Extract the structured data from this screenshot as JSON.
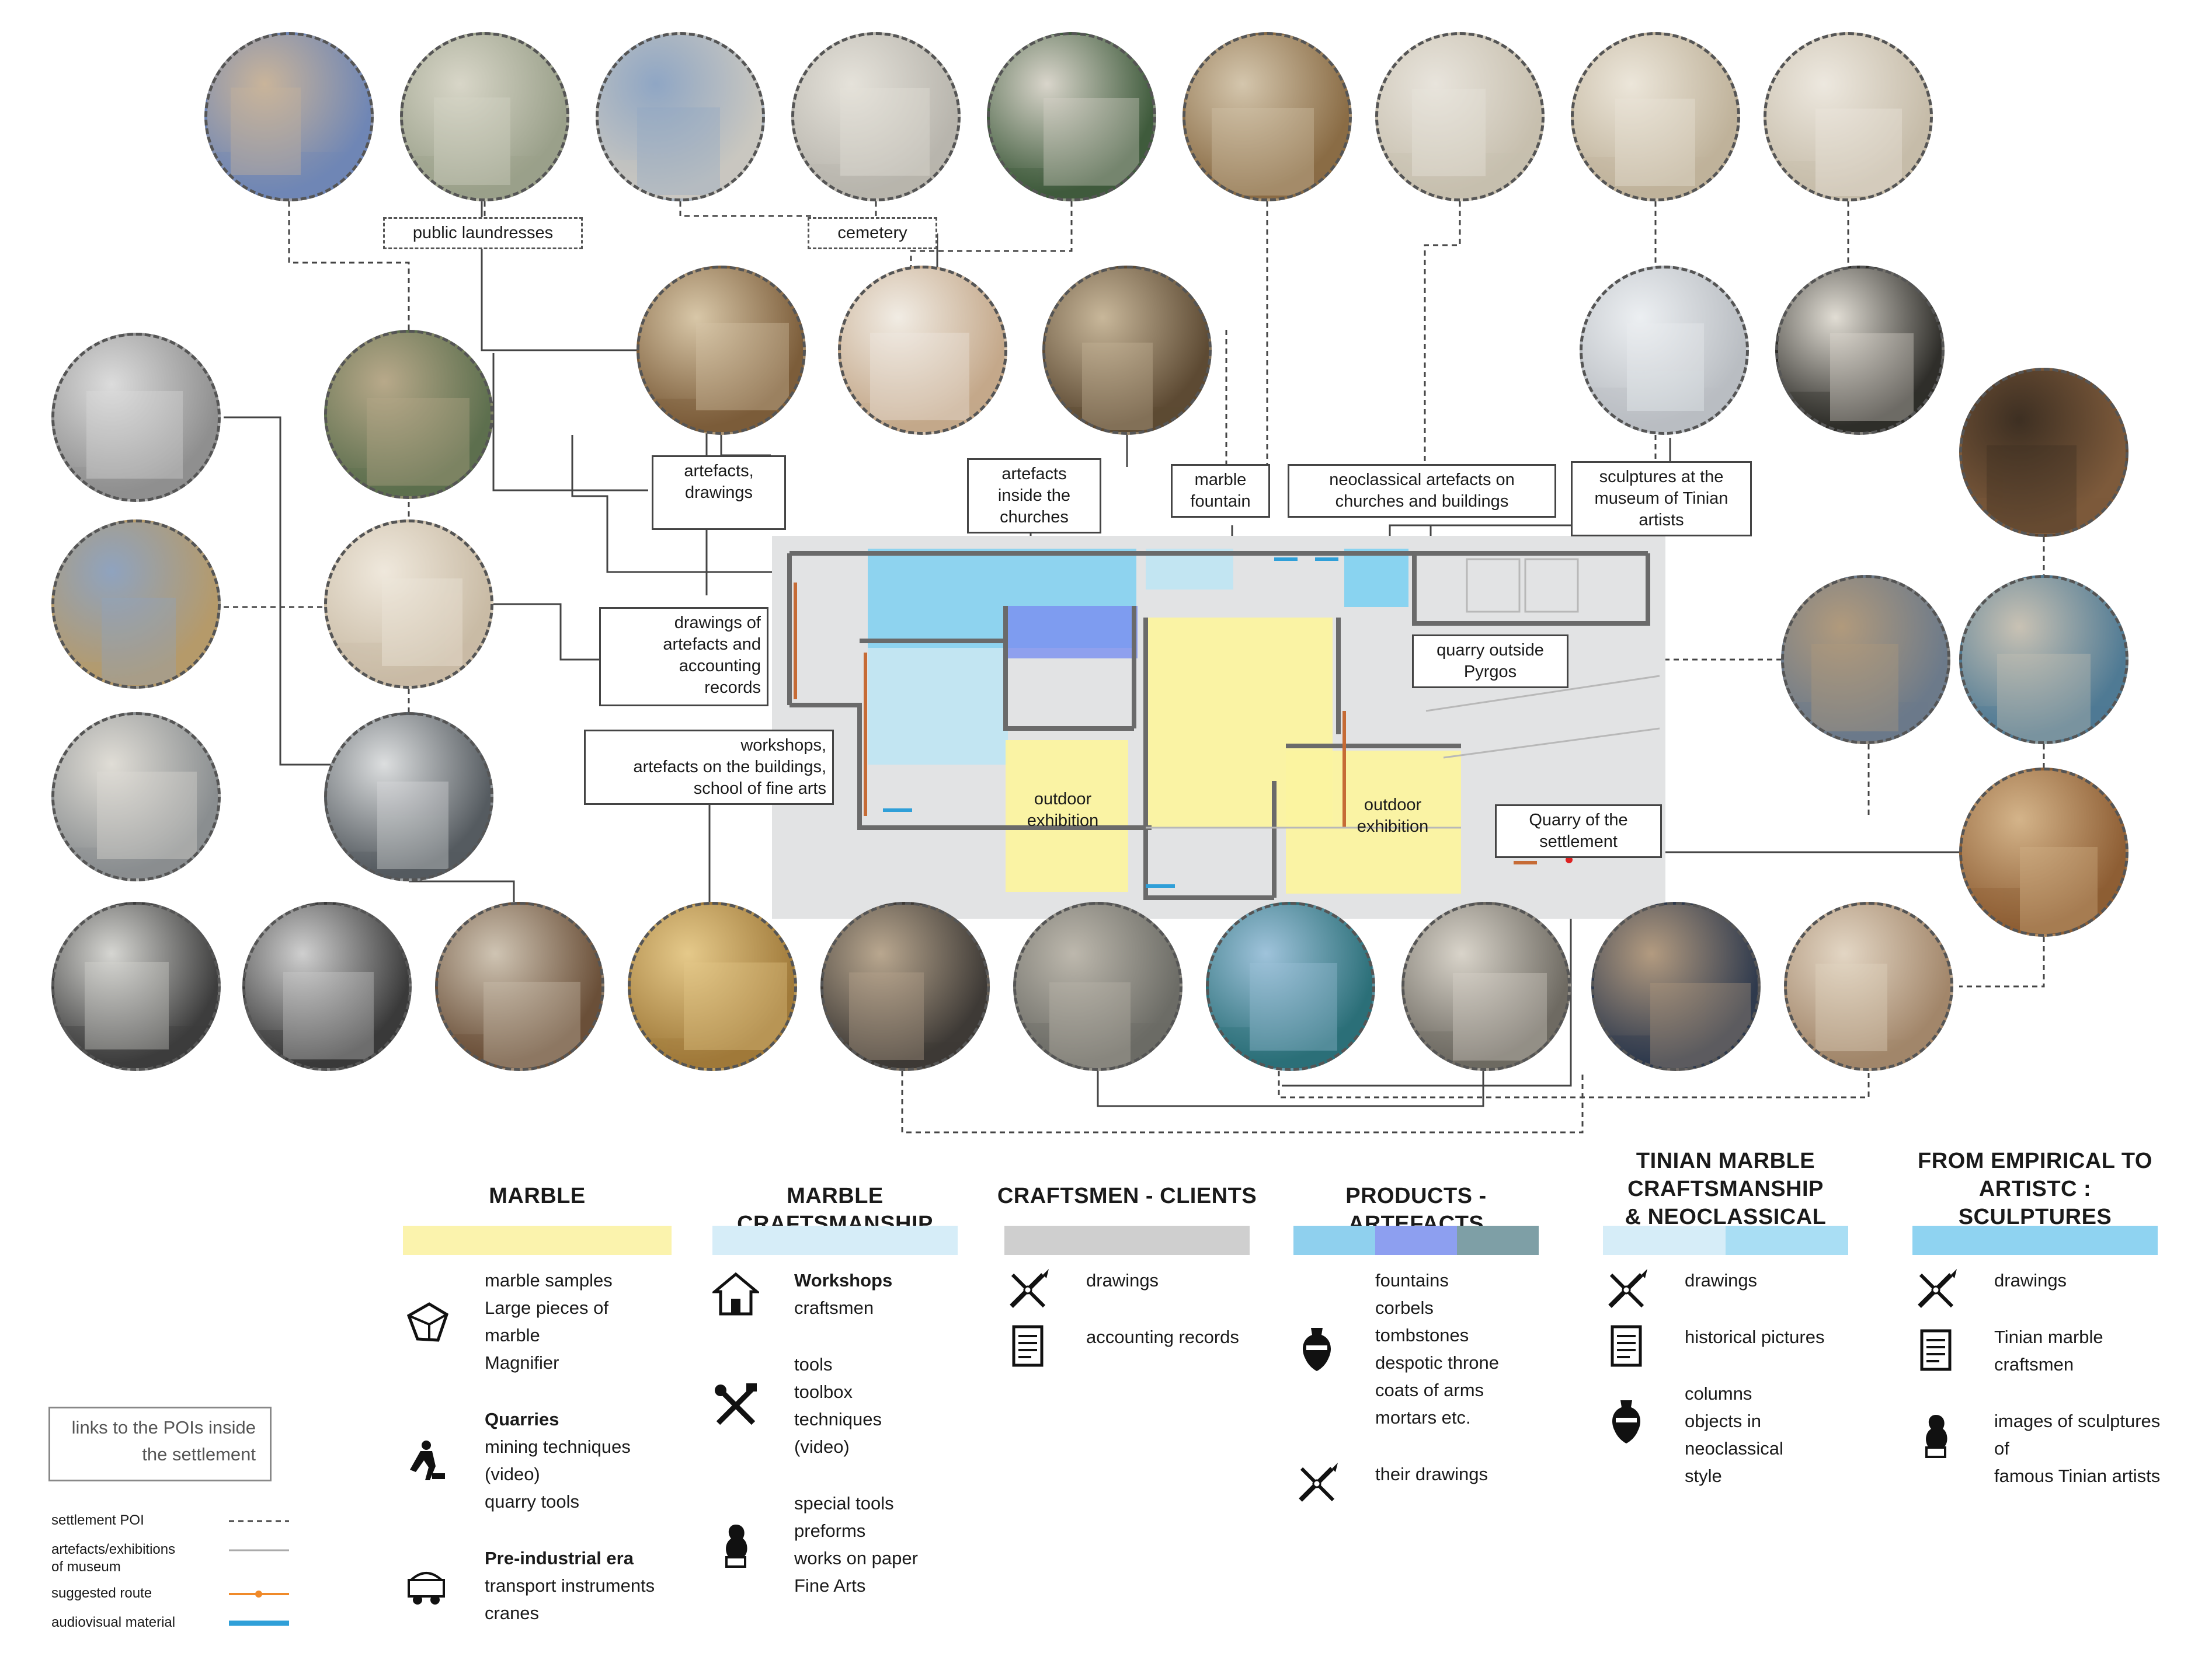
{
  "poi_top": [
    {
      "name": "poi-church-tower",
      "c1": "#6f86b5",
      "c2": "#c9b49a"
    },
    {
      "name": "poi-laundresses",
      "c1": "#9aa08a",
      "c2": "#d8d6c8"
    },
    {
      "name": "poi-stairs-house",
      "c1": "#c9c7c0",
      "c2": "#8fa6c4"
    },
    {
      "name": "poi-church-facade",
      "c1": "#b8b5ad",
      "c2": "#e5e2da"
    },
    {
      "name": "poi-cross-tomb",
      "c1": "#3f5b3c",
      "c2": "#d9d5cb"
    },
    {
      "name": "poi-ornate-doorway",
      "c1": "#8a6c45",
      "c2": "#d4c6ad"
    },
    {
      "name": "poi-church-arches",
      "c1": "#c7bfae",
      "c2": "#e8e4dc"
    },
    {
      "name": "poi-marble-kiosk",
      "c1": "#bfb29a",
      "c2": "#ece6da"
    },
    {
      "name": "poi-fountain-relief",
      "c1": "#c6bca9",
      "c2": "#ede8df"
    }
  ],
  "poi_other": [
    {
      "name": "poi-museum-display",
      "c1": "#7c5d3a",
      "c2": "#d8c7a8"
    },
    {
      "name": "poi-marble-piece-carved",
      "c1": "#c4a88a",
      "c2": "#f1ece4"
    },
    {
      "name": "poi-museum-tombstone",
      "c1": "#5d4a33",
      "c2": "#c8b79a"
    },
    {
      "name": "poi-sculpture-relief",
      "c1": "#b9bdc2",
      "c2": "#eceff2"
    },
    {
      "name": "poi-statue",
      "c1": "#2f2e2a",
      "c2": "#e1ddd4"
    },
    {
      "name": "poi-stone-hut",
      "c1": "#7d5a3b",
      "c2": "#3d2f22"
    },
    {
      "name": "poi-workshop-sculpture",
      "c1": "#8f8f8f",
      "c2": "#dcdcdc"
    },
    {
      "name": "poi-framed-drawings",
      "c1": "#5d6f4e",
      "c2": "#b8a98a"
    },
    {
      "name": "poi-neoclassical-building",
      "c1": "#b59a6a",
      "c2": "#8fa3bf"
    },
    {
      "name": "poi-facade-drawing",
      "c1": "#c9bba5",
      "c2": "#efe8dc"
    },
    {
      "name": "poi-quarry-landscape",
      "c1": "#6c7a8a",
      "c2": "#b19a7c"
    },
    {
      "name": "poi-quarry-path",
      "c1": "#4f7a94",
      "c2": "#c9c2b4"
    },
    {
      "name": "poi-marble-mosaic",
      "c1": "#8a8e90",
      "c2": "#e0ddd6"
    },
    {
      "name": "poi-tablet-drawing",
      "c1": "#555b60",
      "c2": "#dcdedf"
    },
    {
      "name": "poi-transport-cart",
      "c1": "#8e5e34",
      "c2": "#d4b48a"
    },
    {
      "name": "poi-marble-sample",
      "c1": "#3d3d3d",
      "c2": "#d6d6d2"
    },
    {
      "name": "poi-craftsman-room",
      "c1": "#3a3a3a",
      "c2": "#cfcfcf"
    },
    {
      "name": "poi-workshop-interior",
      "c1": "#6a4f38",
      "c2": "#cfc4b3"
    },
    {
      "name": "poi-exhibition-room",
      "c1": "#a07a3a",
      "c2": "#e5c98a"
    },
    {
      "name": "poi-craftsmen-group",
      "c1": "#3e3a36",
      "c2": "#b9a78f"
    },
    {
      "name": "poi-quarry-rail",
      "c1": "#6c6c66",
      "c2": "#bdb8ad"
    },
    {
      "name": "poi-crane",
      "c1": "#2b6f78",
      "c2": "#9fc3db"
    },
    {
      "name": "poi-carving-hands",
      "c1": "#6e6a62",
      "c2": "#d9d4ca"
    },
    {
      "name": "poi-old-craftsman",
      "c1": "#2f3a4d",
      "c2": "#b39b80"
    },
    {
      "name": "poi-marble-carving",
      "c1": "#a2866a",
      "c2": "#e3d6c4"
    }
  ],
  "labels": {
    "public_laundresses": "public laundresses",
    "cemetery": "cemetery",
    "artefacts_drawings": "artefacts,\ndrawings",
    "artefacts_churches": "artefacts\ninside the\nchurches",
    "marble_fountain": "marble\nfountain",
    "neoclassical_artefacts": "neoclassical artefacts on\nchurches and buildings",
    "sculptures_museum": "sculptures at the\nmuseum of Tinian\nartists",
    "drawings_records": "drawings of\nartefacts and\naccounting\nrecords",
    "workshops": "workshops,\nartefacts on the buildings,\nschool of fine arts",
    "quarry_pyrgos": "quarry outside\nPyrgos",
    "quarry_settlement": "Quarry of the\nsettlement",
    "outdoor_exhibition_1": "outdoor\nexhibition",
    "outdoor_exhibition_2": "outdoor\nexhibition"
  },
  "categories": [
    {
      "title": "MARBLE",
      "bars": [
        "#fbf3ad"
      ],
      "items": [
        {
          "icon": "marble-block-icon",
          "bold": "",
          "text": "marble samples\nLarge pieces of\nmarble\nMagnifier"
        },
        {
          "icon": "quarry-worker-icon",
          "bold": "Quarries",
          "text": "mining techniques\n(video)\nquarry tools"
        },
        {
          "icon": "cart-icon",
          "bold": "Pre-industrial era",
          "text": "transport instruments\ncranes"
        }
      ]
    },
    {
      "title": "MARBLE CRAFTSMANSHIP",
      "bars": [
        "#d6edf8"
      ],
      "items": [
        {
          "icon": "workshop-house-icon",
          "bold": "Workshops",
          "text": "craftsmen"
        },
        {
          "icon": "tools-icon",
          "bold": "",
          "text": "tools\ntoolbox\ntechniques\n(video)"
        },
        {
          "icon": "sculpture-bust-icon",
          "bold": "",
          "text": "special tools\npreforms\nworks on paper\nFine Arts"
        }
      ]
    },
    {
      "title": "CRAFTSMEN - CLIENTS",
      "bars": [
        "#cfcfcf"
      ],
      "items": [
        {
          "icon": "drawing-tools-icon",
          "bold": "",
          "text": "drawings"
        },
        {
          "icon": "document-icon",
          "bold": "",
          "text": "accounting records"
        }
      ]
    },
    {
      "title": "PRODUCTS - ARTEFACTS",
      "bars": [
        "#8fd0ee",
        "#8d9ff0",
        "#7e9fa6"
      ],
      "items": [
        {
          "icon": "amphora-icon",
          "bold": "",
          "text": "fountains\ncorbels\ntombstones\ndespotic throne\ncoats of arms\nmortars etc."
        },
        {
          "icon": "drawing-tools-icon",
          "bold": "",
          "text": "their drawings"
        }
      ]
    },
    {
      "title": "TINIAN MARBLE CRAFTSMANSHIP\n& NEOCLASSICAL ATHENS",
      "bars": [
        "#d6edf8",
        "#a9def4"
      ],
      "items": [
        {
          "icon": "drawing-tools-icon",
          "bold": "",
          "text": "drawings"
        },
        {
          "icon": "document-icon",
          "bold": "",
          "text": "historical pictures"
        },
        {
          "icon": "amphora-icon",
          "bold": "",
          "text": "columns\nobjects in neoclassical\nstyle"
        }
      ]
    },
    {
      "title": "FROM EMPIRICAL TO\nARTISTC :  SCULPTURES",
      "bars": [
        "#8fd3f1"
      ],
      "items": [
        {
          "icon": "drawing-tools-icon",
          "bold": "",
          "text": "drawings"
        },
        {
          "icon": "document-icon",
          "bold": "",
          "text": "Tinian marble\ncraftsmen"
        },
        {
          "icon": "sculpture-bust-icon",
          "bold": "",
          "text": "images of sculptures of\nfamous Tinian artists"
        }
      ]
    }
  ],
  "legend": {
    "box_text": "links to the POIs inside\nthe settlement",
    "items": [
      {
        "label": "settlement POI",
        "style": "dashed",
        "color": "#444444"
      },
      {
        "label": "artefacts/exhibitions\nof museum",
        "style": "solid",
        "color": "#aaaaaa"
      },
      {
        "label": "suggested route",
        "style": "route",
        "color": "#f08a2a"
      },
      {
        "label": "audiovisual material",
        "style": "thick",
        "color": "#2f9fd8"
      }
    ]
  },
  "colors": {
    "marble_yellow": "#fbf3a0",
    "craftsmanship_blue": "#bfe4f3",
    "products_blue": "#7fd0f1",
    "products_indigo": "#7b8ff0",
    "plan_grey": "#e2e3e4"
  }
}
